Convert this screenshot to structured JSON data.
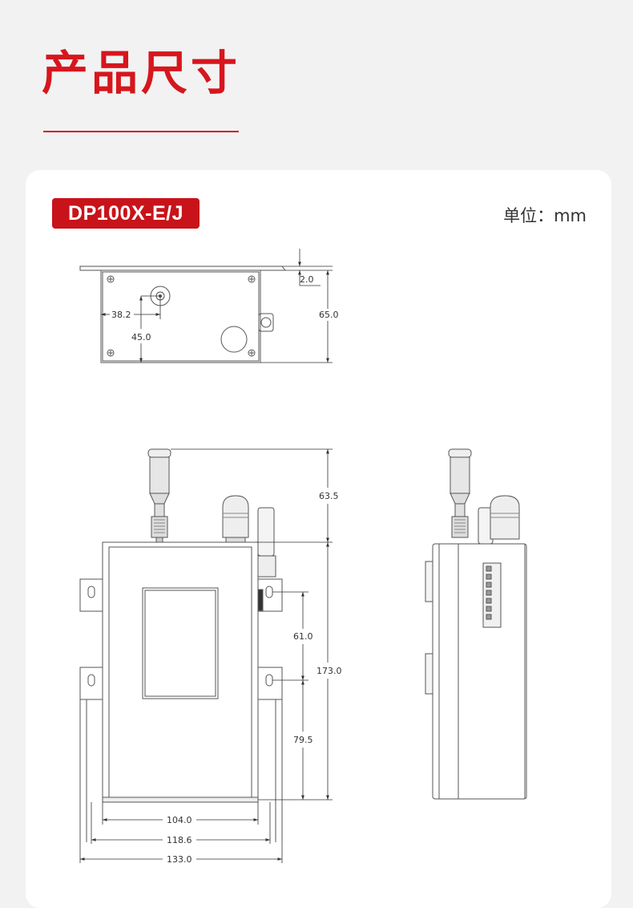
{
  "header": {
    "title": "产品尺寸"
  },
  "card": {
    "model": "DP100X-E/J",
    "unit_label": "单位：mm"
  },
  "dimensions": {
    "top_view": {
      "thickness": "2.0",
      "height": "65.0",
      "hole_x": "38.2",
      "hole_y": "45.0"
    },
    "front_view": {
      "antenna_height": "63.5",
      "body_height": "173.0",
      "upper_mount_offset": "61.0",
      "lower_mount_offset": "79.5",
      "body_width": "104.0",
      "mount_width": "118.6",
      "overall_width": "133.0"
    }
  }
}
